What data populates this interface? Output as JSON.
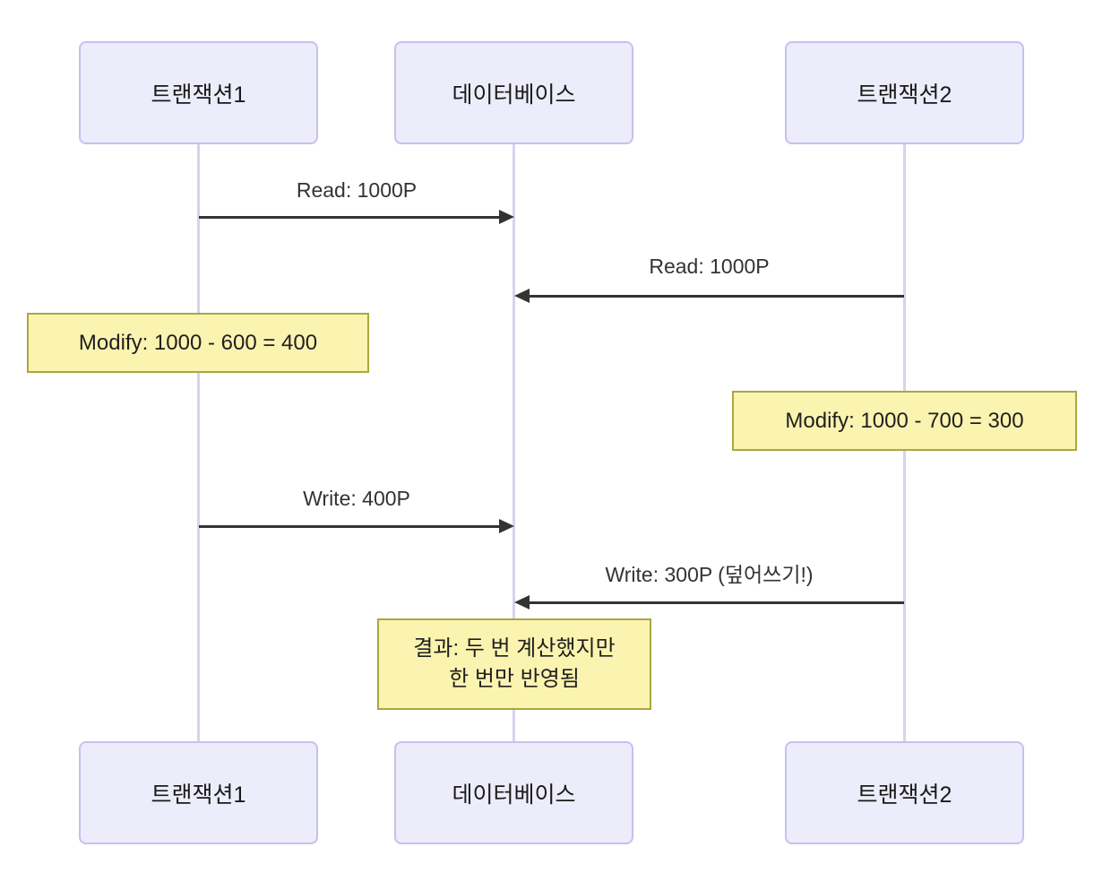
{
  "diagram": {
    "type": "sequence-diagram",
    "topic": "lost-update",
    "participants": [
      {
        "id": "t1",
        "label": "트랜잭션1"
      },
      {
        "id": "db",
        "label": "데이터베이스"
      },
      {
        "id": "t2",
        "label": "트랜잭션2"
      }
    ],
    "messages": [
      {
        "from": "트랜잭션1",
        "to": "데이터베이스",
        "direction": "right",
        "label": "Read: 1000P"
      },
      {
        "from": "트랜잭션2",
        "to": "데이터베이스",
        "direction": "left",
        "label": "Read: 1000P"
      },
      {
        "from": "트랜잭션1",
        "to": "데이터베이스",
        "direction": "right",
        "label": "Write: 400P"
      },
      {
        "from": "트랜잭션2",
        "to": "데이터베이스",
        "direction": "left",
        "label": "Write: 300P (덮어쓰기!)"
      }
    ],
    "notes": [
      {
        "over": "트랜잭션1",
        "line1": "Modify: 1000 - 600 = 400",
        "line2": ""
      },
      {
        "over": "트랜잭션2",
        "line1": "Modify: 1000 - 700 = 300",
        "line2": ""
      },
      {
        "over": "데이터베이스",
        "line1": "결과: 두 번 계산했지만",
        "line2": "한 번만 반영됨"
      }
    ],
    "colors": {
      "actor_fill": "#ececfa",
      "actor_border": "#c7c0ee",
      "lifeline": "#d8d2ee",
      "note_fill": "#fbf3b0",
      "note_border": "#a8a840",
      "arrow": "#333333",
      "text": "#1f1f1f",
      "background": "#ffffff"
    }
  }
}
